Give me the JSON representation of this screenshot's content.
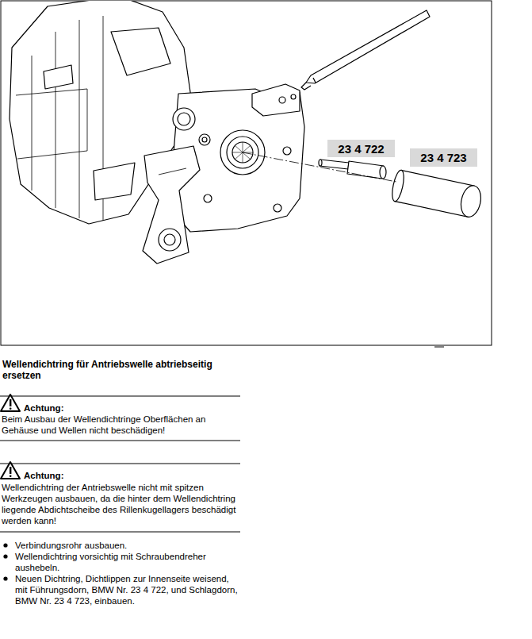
{
  "diagram": {
    "title": "Wellendichtring für Antriebswelle abtriebseitig ersetzen",
    "nodes": [
      {
        "text": [
          "23 4 722"
        ]
      },
      {
        "text": [
          "23 4 723"
        ]
      }
    ],
    "labels": [
      "Achtung:",
      "Beim Ausbau der Wellendichtringe Oberflächen an Gehäuse und Wellen nicht beschädigen!",
      "Achtung:",
      "Wellendichtring der Antriebswelle nicht mit spitzen Werkzeugen ausbauen, da die hinter dem Wellendichtring liegende Abdichtscheibe des Rillenkugellagers beschädigt werden kann!",
      "Verbindungsrohr ausbauen.",
      "Wellendichtring vorsichtig mit Schraubendreher aushebeln.",
      "Neuen Dichtring, Dichtlippen zur Innenseite weisend, mit Führungsdorn, BMW Nr. 23 4 722, und Schlagdorn, BMW Nr. 23 4 723, einbauen."
    ]
  }
}
